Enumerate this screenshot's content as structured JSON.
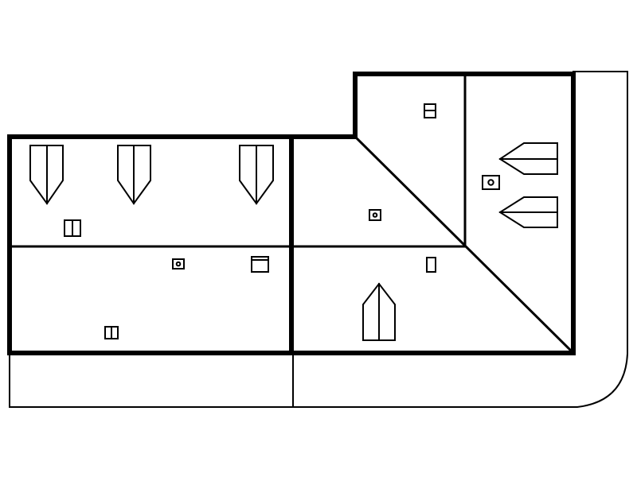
{
  "colors": {
    "line": "#000000",
    "background": "#ffffff"
  },
  "roof_elements": {
    "dormers": 6,
    "skylights": 5,
    "vents": 3
  }
}
